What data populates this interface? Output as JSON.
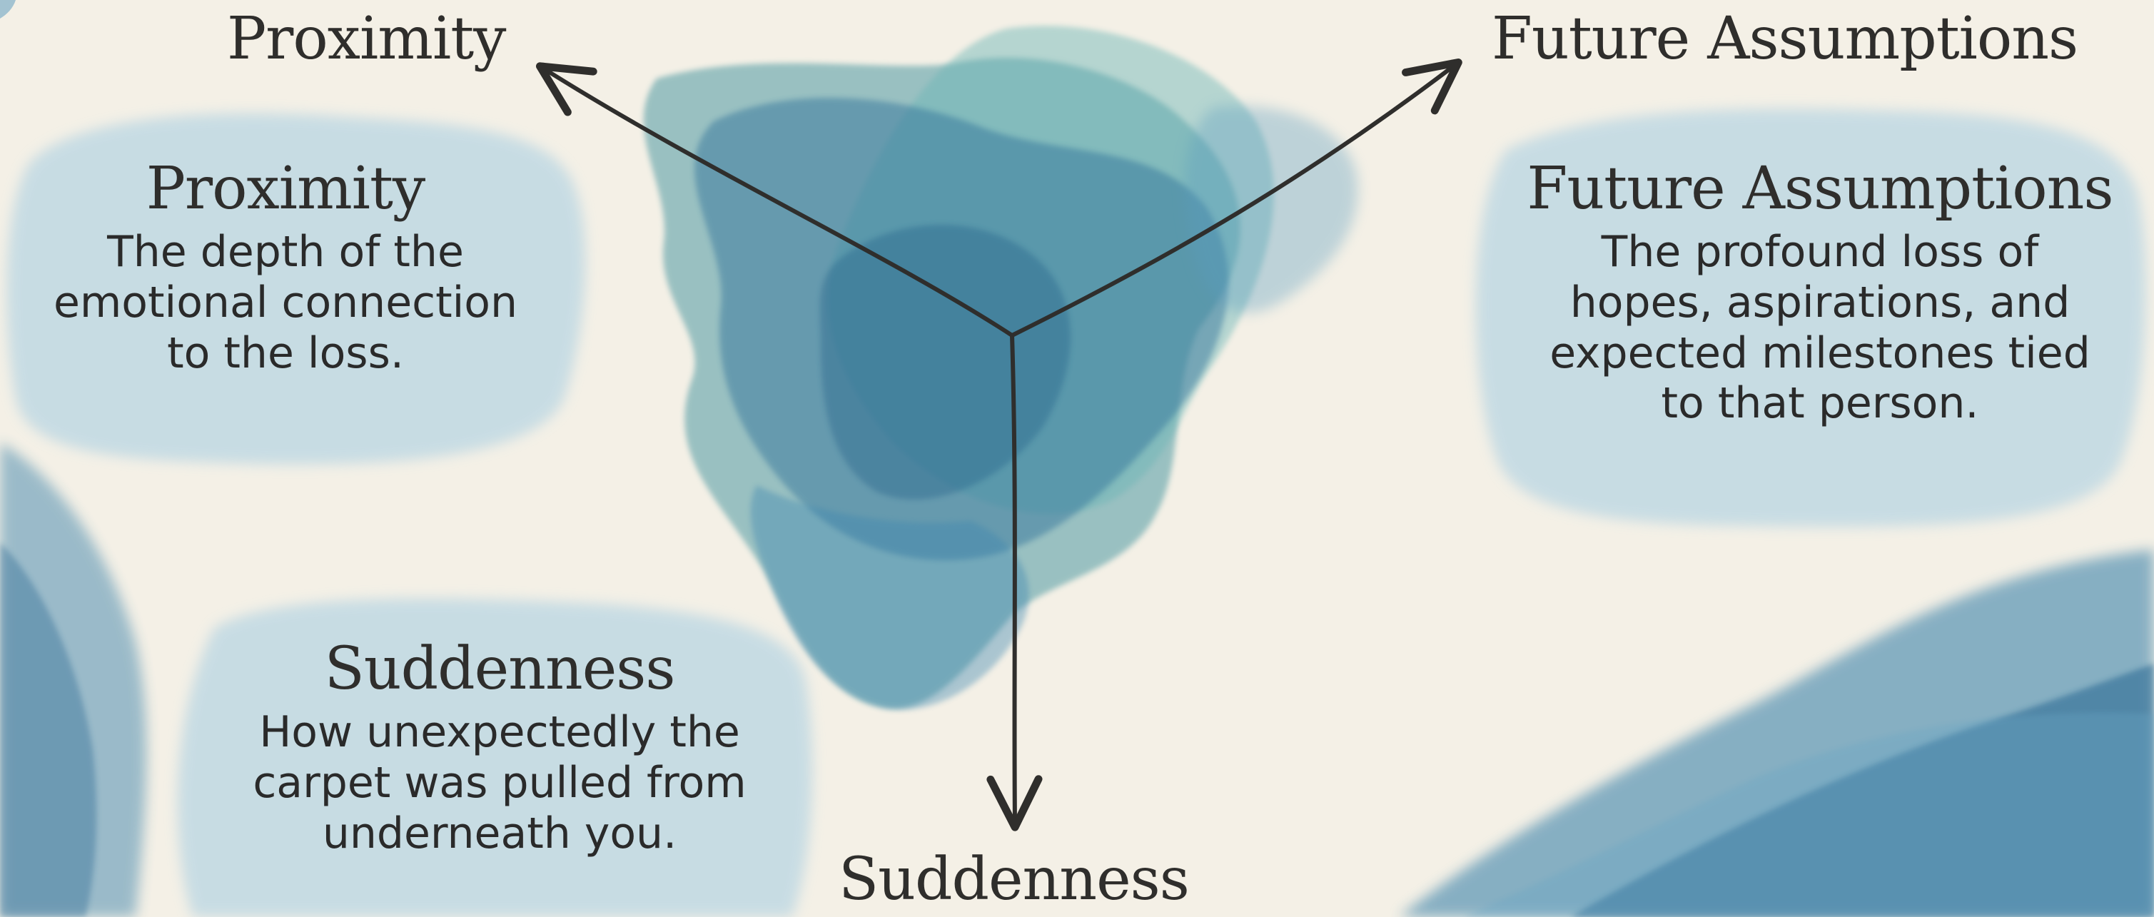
{
  "axes": {
    "proximity": "Proximity",
    "future_assumptions": "Future Assumptions",
    "suddenness": "Suddenness"
  },
  "cards": {
    "proximity": {
      "title": "Proximity",
      "lines": [
        "The depth of the",
        "emotional connection",
        "to the loss."
      ]
    },
    "future_assumptions": {
      "title": "Future Assumptions",
      "lines": [
        "The profound loss of",
        "hopes, aspirations, and",
        "expected milestones tied",
        "to that person."
      ]
    },
    "suddenness": {
      "title": "Suddenness",
      "lines": [
        "How unexpectedly the",
        "carpet was pulled from",
        "underneath you."
      ]
    }
  },
  "colors": {
    "background": "#f4f0e6",
    "card_wash": "#b9d6e3",
    "center_teal": "#4f9aa3",
    "center_blue": "#2c6e98",
    "corner_blue": "#2f7aa6",
    "ink": "#2f2e2c"
  }
}
